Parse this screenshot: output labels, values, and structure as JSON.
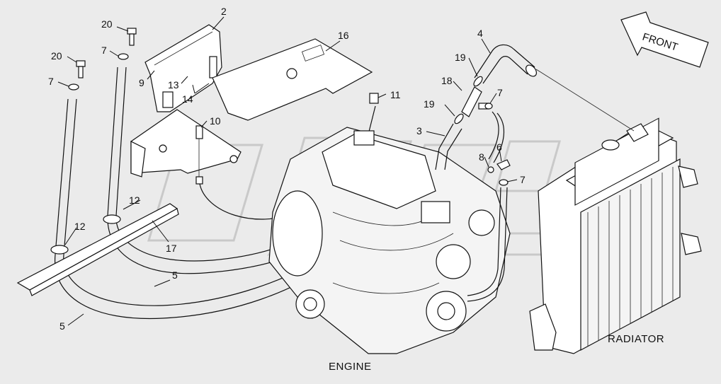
{
  "captions": {
    "engine": "ENGINE",
    "radiator": "RADIATOR",
    "front": "FRONT"
  },
  "callouts": [
    {
      "id": "c2",
      "label": "2"
    },
    {
      "id": "c4",
      "label": "4"
    },
    {
      "id": "c16",
      "label": "16"
    },
    {
      "id": "c20a",
      "label": "20"
    },
    {
      "id": "c7a",
      "label": "7"
    },
    {
      "id": "c20b",
      "label": "20"
    },
    {
      "id": "c7b",
      "label": "7"
    },
    {
      "id": "c9",
      "label": "9"
    },
    {
      "id": "c13",
      "label": "13"
    },
    {
      "id": "c14",
      "label": "14"
    },
    {
      "id": "c19a",
      "label": "19"
    },
    {
      "id": "c18",
      "label": "18"
    },
    {
      "id": "c7c",
      "label": "7"
    },
    {
      "id": "c19b",
      "label": "19"
    },
    {
      "id": "c11",
      "label": "11"
    },
    {
      "id": "c10",
      "label": "10"
    },
    {
      "id": "c3",
      "label": "3"
    },
    {
      "id": "c8",
      "label": "8"
    },
    {
      "id": "c6",
      "label": "6"
    },
    {
      "id": "c7d",
      "label": "7"
    },
    {
      "id": "c12a",
      "label": "12"
    },
    {
      "id": "c12b",
      "label": "12"
    },
    {
      "id": "c17",
      "label": "17"
    },
    {
      "id": "c5a",
      "label": "5"
    },
    {
      "id": "c5b",
      "label": "5"
    }
  ]
}
